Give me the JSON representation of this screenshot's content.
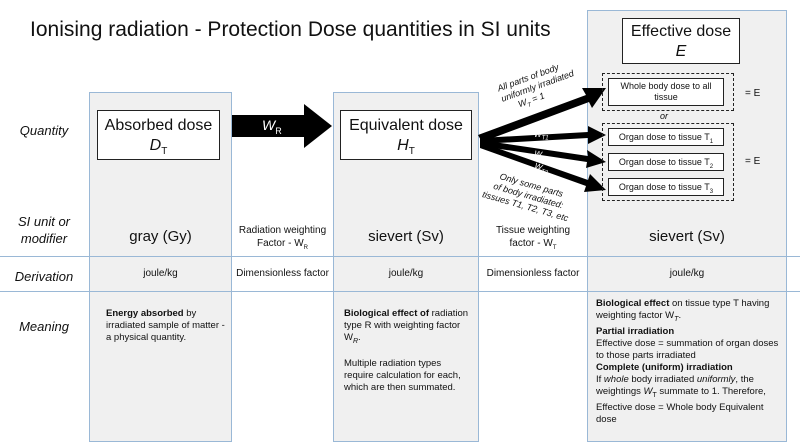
{
  "title": "Ionising radiation - Protection Dose quantities in SI units",
  "row_labels": {
    "quantity": "Quantity",
    "si_unit_line1": "SI unit or",
    "si_unit_line2": "modifier",
    "derivation": "Derivation",
    "meaning": "Meaning"
  },
  "absorbed": {
    "name": "Absorbed dose",
    "symbol": "D",
    "symbol_sub": "T",
    "unit": "gray (Gy)",
    "derivation": "joule/kg",
    "meaning_bold": "Energy absorbed",
    "meaning_rest": " by irradiated sample of matter - a physical quantity."
  },
  "weighting_r": {
    "arrow_label": "W",
    "arrow_label_sub": "R",
    "line1": "Radiation weighting",
    "line2": "Factor - W",
    "line2_sub": "R",
    "derivation": "Dimensionless factor"
  },
  "equivalent": {
    "name": "Equivalent dose",
    "symbol": "H",
    "symbol_sub": "T",
    "unit": "sievert (Sv)",
    "derivation": "joule/kg",
    "meaning_bold": "Biological effect of",
    "meaning_p1": " radiation type R with weighting factor W",
    "meaning_p1_sub": "R",
    "meaning_p1_end": ".",
    "meaning_p2": "Multiple radiation types require calculation for each, which are then summated."
  },
  "weighting_t": {
    "all_parts_line1": "All parts of body",
    "all_parts_line2": "uniformly irradiated",
    "wt_equals": "W",
    "wt_equals_sub": "T",
    "wt_equals_rest": " = 1",
    "arrow_labels": [
      {
        "main": "W",
        "sub": "T1"
      },
      {
        "main": "W",
        "sub": "T2"
      },
      {
        "main": "W",
        "sub": "T3"
      }
    ],
    "some_parts_line1": "Only some parts",
    "some_parts_line2": "of body irradiated:",
    "some_parts_line3": "tissues T1, T2, T3, etc",
    "line1": "Tissue weighting",
    "line2": "factor - W",
    "line2_sub": "T",
    "derivation": "Dimensionless factor"
  },
  "effective": {
    "name": "Effective dose",
    "symbol": "E",
    "whole_body": "Whole body dose to all tissue",
    "equals_e_1": "= E",
    "or": "or",
    "organs": [
      {
        "text": "Organ dose to tissue T",
        "sub": "1"
      },
      {
        "text": "Organ dose to tissue T",
        "sub": "2"
      },
      {
        "text": "Organ dose to tissue T",
        "sub": "3"
      }
    ],
    "equals_e_2": "= E",
    "unit": "sievert (Sv)",
    "derivation": "joule/kg",
    "meaning": {
      "bio_bold": "Biological effect",
      "bio_rest": " on tissue type T having weighting factor W",
      "bio_sub": "T",
      "bio_end": ".",
      "partial_heading": "Partial irradiation",
      "partial_text": "Effective dose = summation of organ doses to those parts irradiated",
      "complete_heading": "Complete (uniform) irradiation",
      "c_if": "If ",
      "c_whole": "whole",
      "c_mid": " body irradiated ",
      "c_uniform": "uniformly",
      "c_rest": ", the weightings ",
      "c_w": "W",
      "c_wsub": "T",
      "c_end": " summate to 1. Therefore, Effective dose = Whole body Equivalent dose"
    }
  }
}
